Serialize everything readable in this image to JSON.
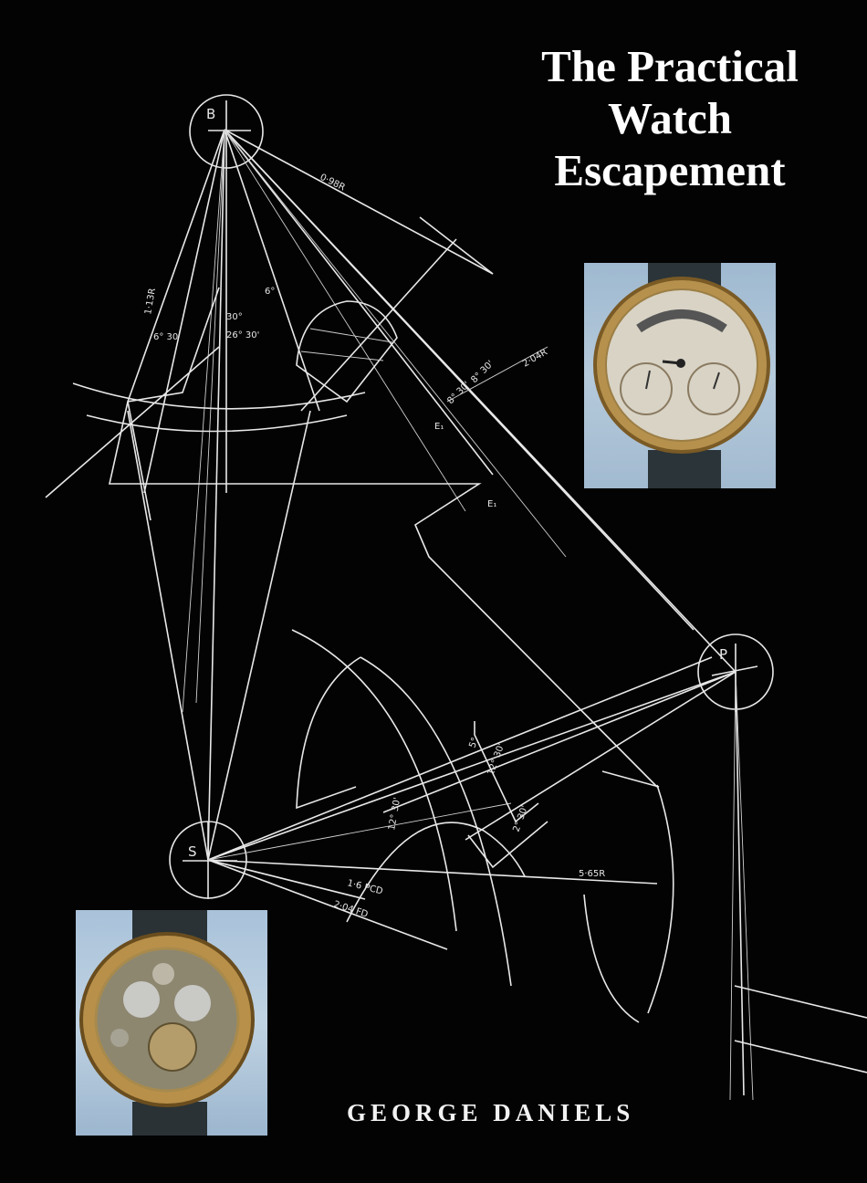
{
  "cover": {
    "title_lines": [
      "The Practical",
      "Watch",
      "Escapement"
    ],
    "author": "GEORGE DANIELS"
  },
  "drawing": {
    "centre_labels": {
      "b": "B",
      "p": "P",
      "s": "S"
    },
    "dimensions": {
      "r098": "0·98R",
      "r204": "2·04R",
      "r113": "1·13R",
      "r565": "5·65R",
      "pcd": "1·6 PCD",
      "fd": "2·04 FD",
      "a30": "30°",
      "a2630": "26° 30'",
      "a630": "6° 30'",
      "a830a": "8° 30'",
      "a830b": "8° 30'",
      "a6": "6°",
      "e1": "E₁",
      "e2": "E₁",
      "a230": "2° 30'",
      "a1230": "12° 30'",
      "a1": "5°",
      "a2": "12° 30'"
    }
  },
  "photos": {
    "top": {
      "subject": "watch-dial-photo"
    },
    "bottom": {
      "subject": "watch-movement-photo"
    }
  },
  "colors": {
    "background": "#030303",
    "lines": "#e8e8e8",
    "photo_backdrop": "#b0c6da",
    "gold": "#c9a45a"
  }
}
